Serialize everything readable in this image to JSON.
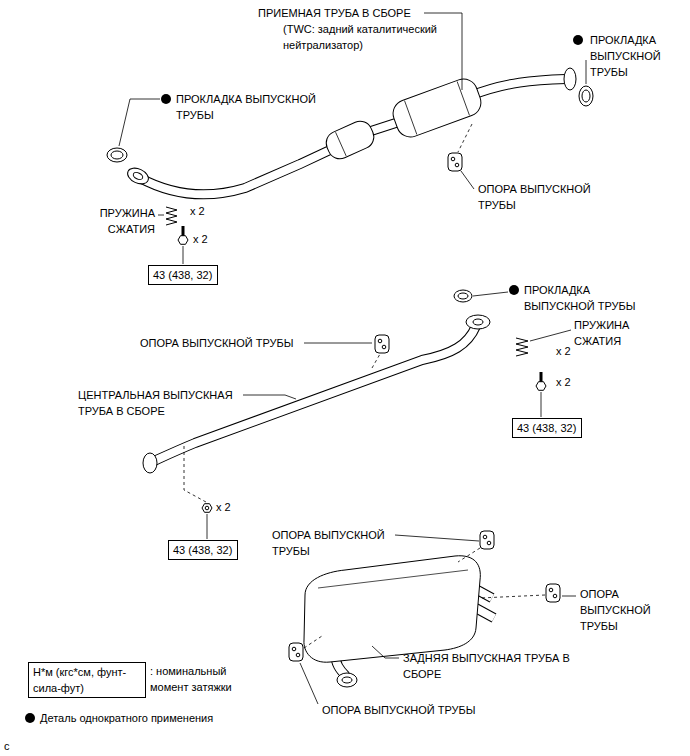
{
  "diagram": {
    "nodes": [
      {
        "text": [
          "43 (438, 32)"
        ]
      },
      {
        "text": [
          "43 (438, 32)"
        ]
      },
      {
        "text": [
          "43 (438, 32)"
        ]
      },
      {
        "text": [
          "Н*м (кгс*см, фунт-сила-фут)"
        ]
      }
    ],
    "labels": [
      "ПРИЕМНАЯ ТРУБА В СБОРЕ",
      "(TWC: задний каталитический нейтрализатор)",
      "ПРОКЛАДКА ВЫПУСКНОЙ ТРУБЫ",
      "ПРОКЛАДКА ВЫПУСКНОЙ ТРУБЫ",
      "ОПОРА ВЫПУСКНОЙ ТРУБЫ",
      "ПРУЖИНА СЖАТИЯ",
      "x 2",
      "x 2",
      "ПРОКЛАДКА ВЫПУСКНОЙ ТРУБЫ",
      "ОПОРА ВЫПУСКНОЙ ТРУБЫ",
      "ПРУЖИНА СЖАТИЯ",
      "x 2",
      "x 2",
      "ЦЕНТРАЛЬНАЯ ВЫПУСКНАЯ ТРУБА В СБОРЕ",
      "x 2",
      "ОПОРА ВЫПУСКНОЙ ТРУБЫ",
      "ОПОРА ВЫПУСКНОЙ ТРУБЫ",
      "ЗАДНЯЯ ВЫПУСКНАЯ ТРУБА В СБОРЕ",
      "ОПОРА ВЫПУСКНОЙ ТРУБЫ",
      "c"
    ],
    "legend": [
      {
        "text": ": номинальный момент затяжки"
      },
      {
        "text": "Деталь однократного применения"
      }
    ]
  }
}
